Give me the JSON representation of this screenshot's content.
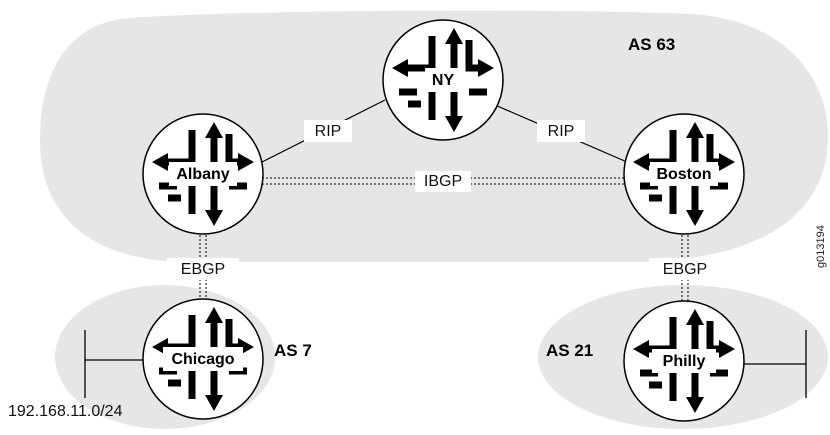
{
  "as_regions": [
    {
      "label": "AS 63"
    },
    {
      "label": "AS 7"
    },
    {
      "label": "AS 21"
    }
  ],
  "routers": [
    {
      "id": "ny",
      "name": "NY"
    },
    {
      "id": "albany",
      "name": "Albany"
    },
    {
      "id": "boston",
      "name": "Boston"
    },
    {
      "id": "chicago",
      "name": "Chicago"
    },
    {
      "id": "philly",
      "name": "Philly"
    }
  ],
  "links": [
    {
      "from": "NY",
      "to": "Albany",
      "protocol": "RIP"
    },
    {
      "from": "NY",
      "to": "Boston",
      "protocol": "RIP"
    },
    {
      "from": "Albany",
      "to": "Boston",
      "protocol": "IBGP"
    },
    {
      "from": "Albany",
      "to": "Chicago",
      "protocol": "EBGP"
    },
    {
      "from": "Boston",
      "to": "Philly",
      "protocol": "EBGP"
    }
  ],
  "network_label": "192.168.11.0/24",
  "figure_id": "g013194"
}
